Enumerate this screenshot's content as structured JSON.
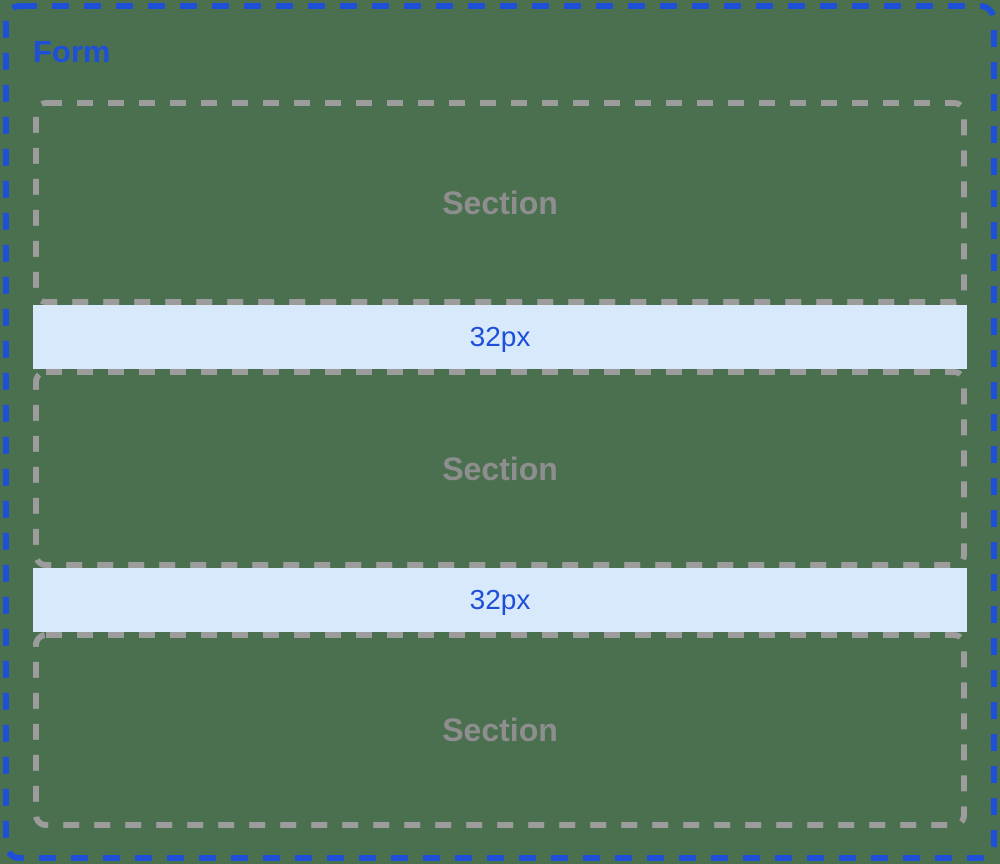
{
  "diagram": {
    "form": {
      "label": "Form"
    },
    "sections": [
      {
        "label": "Section"
      },
      {
        "label": "Section"
      },
      {
        "label": "Section"
      }
    ],
    "gaps": [
      {
        "label": "32px"
      },
      {
        "label": "32px"
      }
    ],
    "colors": {
      "background_green": "#4A7050",
      "accent_blue": "#1D4FD8",
      "gap_fill_light_blue": "#D9E9FC",
      "section_border_gray": "#9C9C9C",
      "section_text_gray": "#8E8E8E"
    }
  }
}
